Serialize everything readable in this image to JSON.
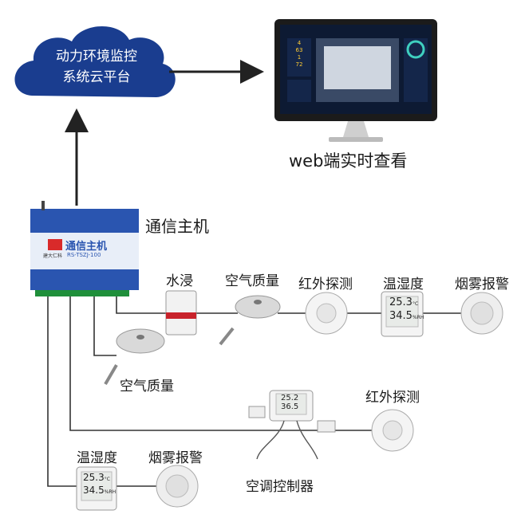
{
  "cloud": {
    "line1": "动力环境监控",
    "line2": "系统云平台"
  },
  "monitor": {
    "caption": "web端实时查看",
    "stats": [
      "4",
      "63",
      "1",
      "72"
    ]
  },
  "host": {
    "label": "通信主机",
    "brand": "通信主机",
    "model": "RS-TSZJ-100",
    "logo_text": "建大仁科"
  },
  "row1": {
    "water": "水浸",
    "air_quality": "空气质量",
    "infrared": "红外探测",
    "temp_humidity": "温湿度",
    "smoke": "烟雾报警"
  },
  "row2": {
    "air_quality": "空气质量"
  },
  "row3": {
    "infrared": "红外探测",
    "ac_controller": "空调控制器"
  },
  "row4": {
    "temp_humidity": "温湿度",
    "smoke": "烟雾报警"
  },
  "readings": {
    "temp": "25.3",
    "humidity": "34.5",
    "temp_unit": "°C",
    "hum_unit": "%RH",
    "ac_temp": "25.2",
    "ac_hum": "36.5"
  },
  "colors": {
    "cloud": "#1a3d8f",
    "host_blue": "#2a55b0",
    "line": "#222222"
  }
}
